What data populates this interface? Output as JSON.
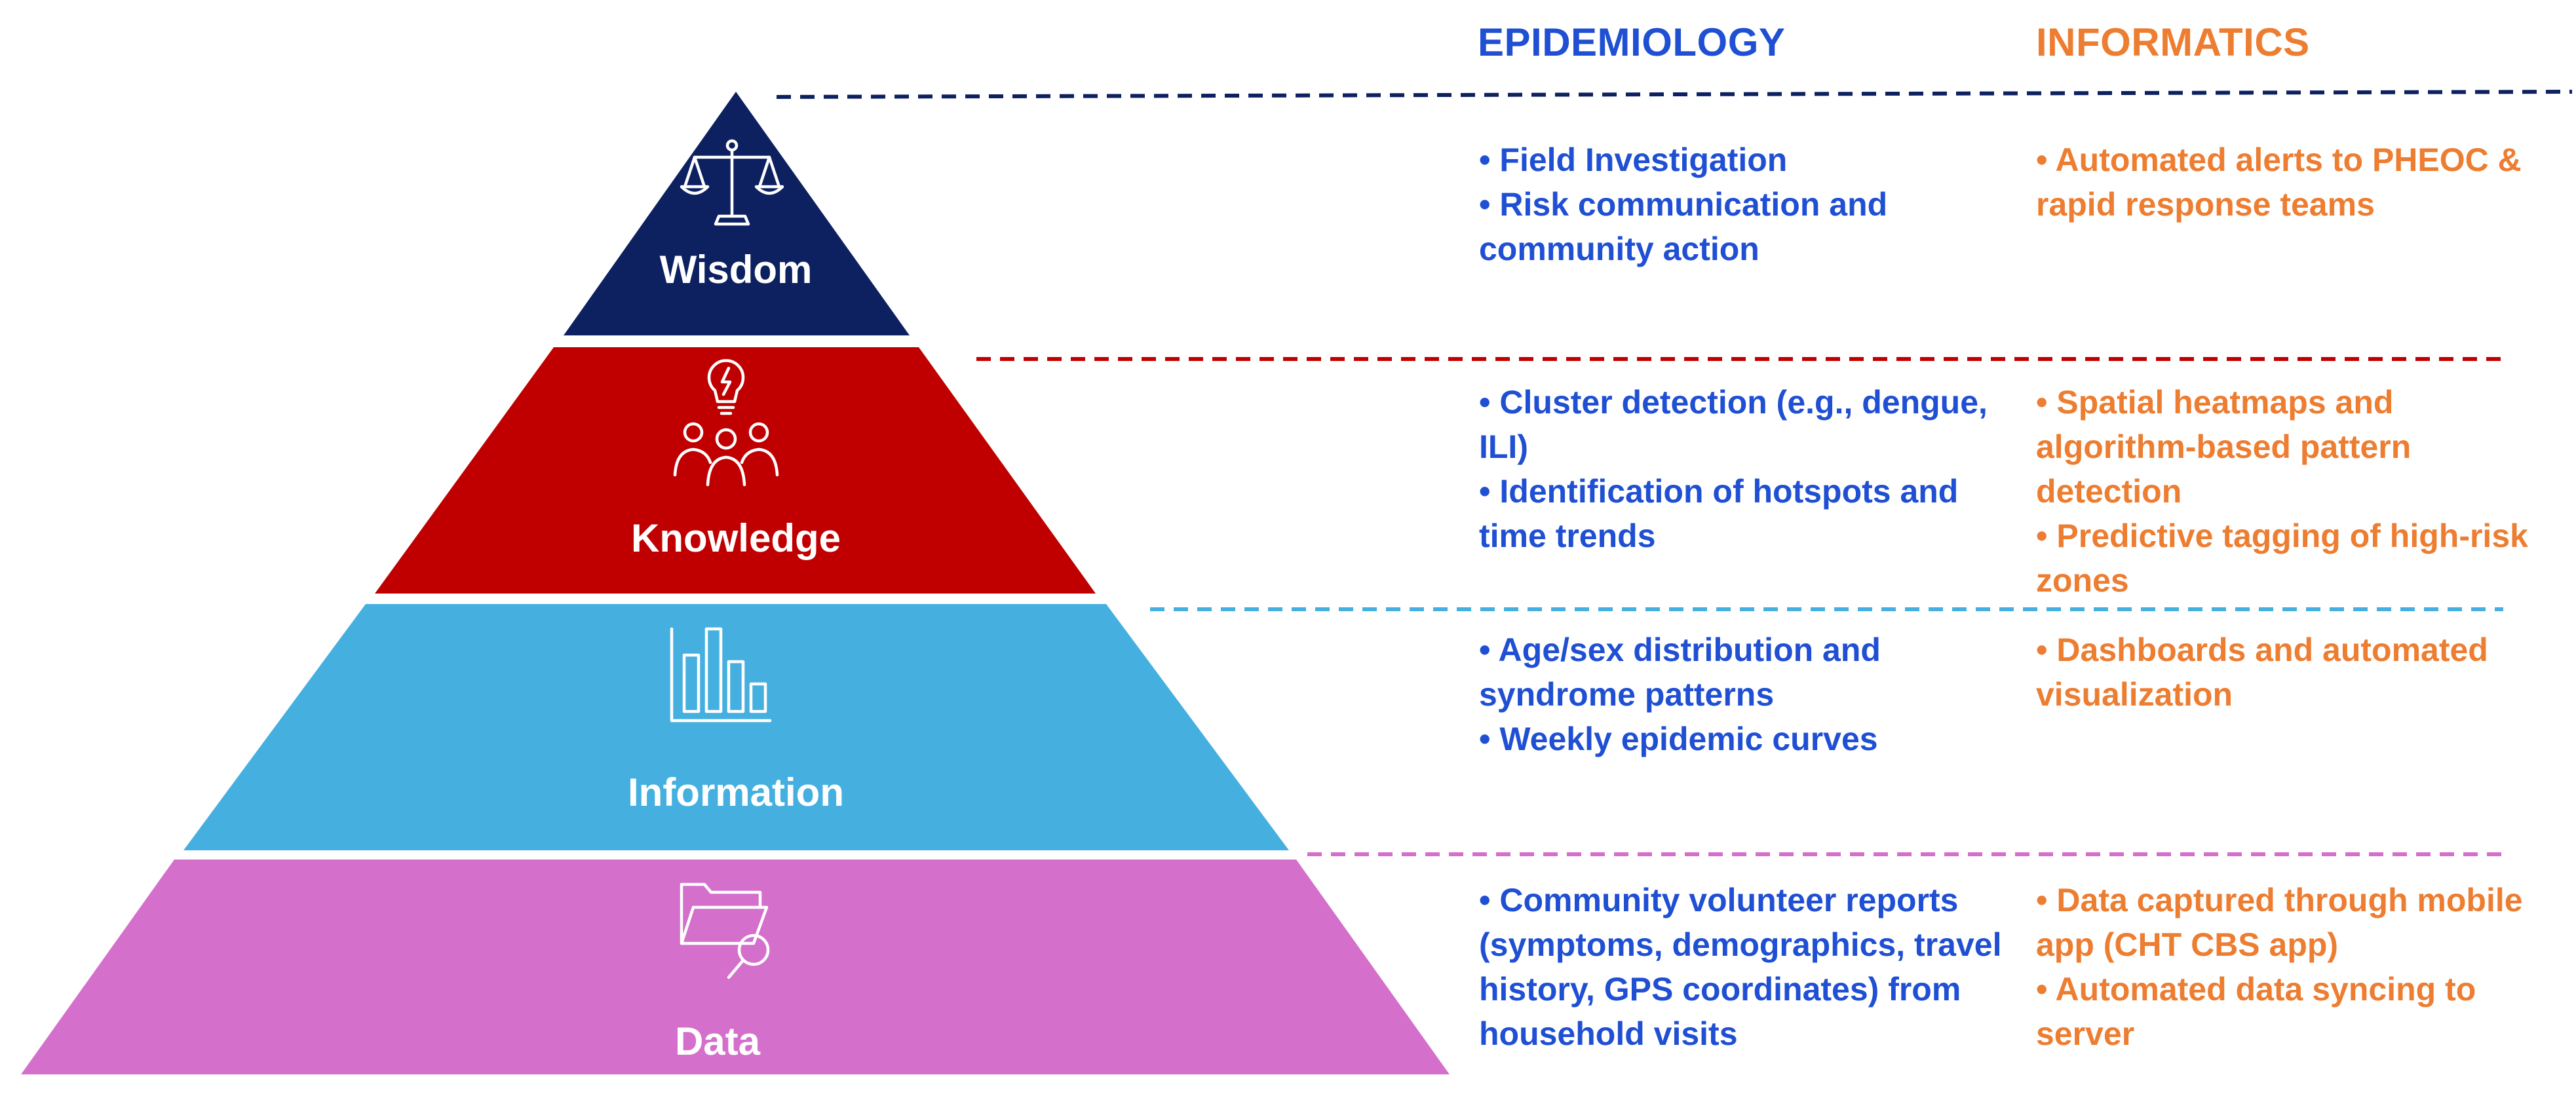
{
  "colors": {
    "wisdom": "#0d2060",
    "knowledge": "#c00000",
    "information": "#45b0e0",
    "data": "#d46fcc",
    "epidemiology_text": "#1f4fd3",
    "informatics_text": "#ed7d31"
  },
  "headers": {
    "epidemiology": "EPIDEMIOLOGY",
    "informatics": "INFORMATICS"
  },
  "levels": [
    {
      "key": "wisdom",
      "label": "Wisdom",
      "icon": "scales-of-justice-icon",
      "epidemiology": [
        "• Field Investigation",
        "• Risk communication and community action"
      ],
      "informatics": [
        "• Automated alerts to PHEOC & rapid response teams"
      ]
    },
    {
      "key": "knowledge",
      "label": "Knowledge",
      "icon": "lightbulb-people-icon",
      "epidemiology": [
        "• Cluster detection (e.g., dengue, ILI)",
        "• Identification of hotspots and time trends"
      ],
      "informatics": [
        "• Spatial heatmaps and algorithm-based pattern detection",
        "• Predictive tagging of high-risk zones"
      ]
    },
    {
      "key": "information",
      "label": "Information",
      "icon": "bar-chart-icon",
      "epidemiology": [
        "• Age/sex distribution and syndrome patterns",
        "• Weekly epidemic curves"
      ],
      "informatics": [
        "• Dashboards and automated visualization"
      ]
    },
    {
      "key": "data",
      "label": "Data",
      "icon": "folder-search-icon",
      "epidemiology": [
        "• Community volunteer reports (symptoms, demographics, travel history, GPS coordinates) from household visits"
      ],
      "informatics": [
        "• Data captured through mobile app (CHT CBS app)",
        "• Automated data syncing to server"
      ]
    }
  ]
}
